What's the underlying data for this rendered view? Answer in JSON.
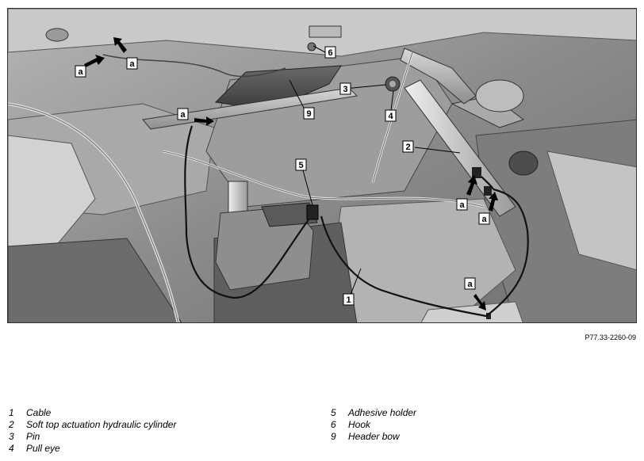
{
  "figure": {
    "reference_code": "P77.33-2260-09",
    "callouts": {
      "c1": "1",
      "c2": "2",
      "c3": "3",
      "c4": "4",
      "c5": "5",
      "c6": "6",
      "c9": "9",
      "a": "a"
    }
  },
  "legend": {
    "left": [
      {
        "num": "1",
        "text": "Cable"
      },
      {
        "num": "2",
        "text": "Soft top actuation hydraulic cylinder"
      },
      {
        "num": "3",
        "text": "Pin"
      },
      {
        "num": "4",
        "text": "Pull eye"
      }
    ],
    "right": [
      {
        "num": "5",
        "text": "Adhesive holder"
      },
      {
        "num": "6",
        "text": "Hook"
      },
      {
        "num": "9",
        "text": "Header bow"
      }
    ]
  }
}
